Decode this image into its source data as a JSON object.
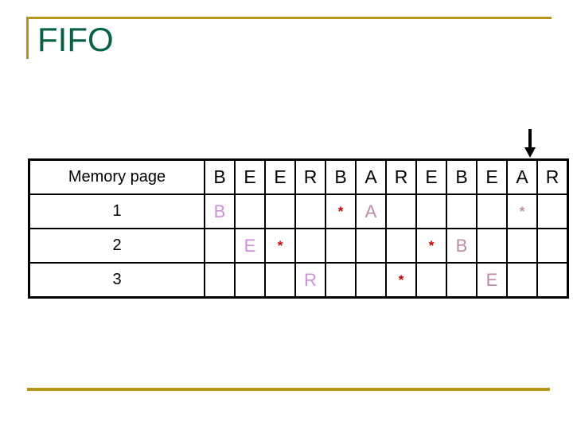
{
  "slide": {
    "title": "FIFO",
    "title_color": "#066340",
    "accent_color": "#b39419"
  },
  "arrow": {
    "icon": "arrow-down-icon",
    "points_to_column_index": 11,
    "points_to_column_label": "R"
  },
  "table": {
    "row_header_label": "Memory page",
    "reference_string": [
      "B",
      "E",
      "E",
      "R",
      "B",
      "A",
      "R",
      "E",
      "B",
      "E",
      "A",
      "R"
    ],
    "highlight_color": "#ffff66",
    "letter_color": "#cc8fdd",
    "star_color": "#cc0000",
    "star_glyph": "*",
    "rows": [
      {
        "label": "1",
        "cells": [
          {
            "text": "B",
            "highlight": false
          },
          {
            "text": "",
            "highlight": false
          },
          {
            "text": "",
            "highlight": false
          },
          {
            "text": "",
            "highlight": false
          },
          {
            "text": "*",
            "highlight": false
          },
          {
            "text": "A",
            "highlight": true
          },
          {
            "text": "",
            "highlight": true
          },
          {
            "text": "",
            "highlight": true
          },
          {
            "text": "",
            "highlight": true
          },
          {
            "text": "",
            "highlight": true
          },
          {
            "text": "*",
            "highlight": true
          },
          {
            "text": "",
            "highlight": false
          }
        ]
      },
      {
        "label": "2",
        "cells": [
          {
            "text": "",
            "highlight": false
          },
          {
            "text": "E",
            "highlight": false
          },
          {
            "text": "*",
            "highlight": false
          },
          {
            "text": "",
            "highlight": false
          },
          {
            "text": "",
            "highlight": false
          },
          {
            "text": "",
            "highlight": false
          },
          {
            "text": "",
            "highlight": false
          },
          {
            "text": "*",
            "highlight": false
          },
          {
            "text": "B",
            "highlight": true
          },
          {
            "text": "",
            "highlight": true
          },
          {
            "text": "",
            "highlight": true
          },
          {
            "text": "",
            "highlight": false
          }
        ]
      },
      {
        "label": "3",
        "cells": [
          {
            "text": "",
            "highlight": false
          },
          {
            "text": "",
            "highlight": false
          },
          {
            "text": "",
            "highlight": false
          },
          {
            "text": "R",
            "highlight": false
          },
          {
            "text": "",
            "highlight": false
          },
          {
            "text": "",
            "highlight": false
          },
          {
            "text": "*",
            "highlight": false
          },
          {
            "text": "",
            "highlight": false
          },
          {
            "text": "",
            "highlight": false
          },
          {
            "text": "E",
            "highlight": true
          },
          {
            "text": "",
            "highlight": true
          },
          {
            "text": "",
            "highlight": false
          }
        ]
      }
    ]
  }
}
